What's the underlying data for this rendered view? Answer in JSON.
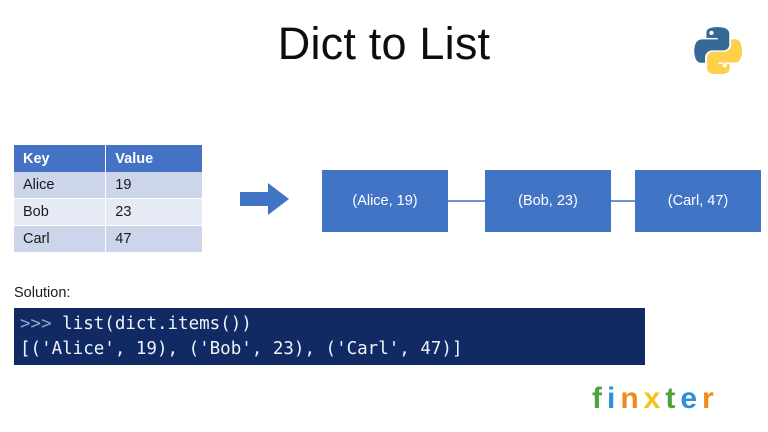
{
  "slide": {
    "title": "Dict to List",
    "background_color": "#ffffff",
    "accent_blue": "#4472c4",
    "code_bg": "#112a63"
  },
  "python_logo": {
    "icon": "python-logo-icon",
    "blue": "#366a96",
    "yellow": "#ffd04a"
  },
  "table": {
    "headers": [
      "Key",
      "Value"
    ],
    "rows": [
      {
        "key": "Alice",
        "value": "19"
      },
      {
        "key": "Bob",
        "value": "23"
      },
      {
        "key": "Carl",
        "value": "47"
      }
    ],
    "header_bg": "#4472c4",
    "row_odd_bg": "#ccd5ea",
    "row_even_bg": "#e6eaf4"
  },
  "arrow": {
    "icon": "right-arrow-icon",
    "color": "#4274c6"
  },
  "nodes": [
    {
      "label": "(Alice, 19)"
    },
    {
      "label": "(Bob, 23)"
    },
    {
      "label": "(Carl, 47)"
    }
  ],
  "solution": {
    "label": "Solution:",
    "code_prompt": ">>> ",
    "code_command": "list(dict.items())",
    "code_output": "[('Alice', 19), ('Bob', 23), ('Carl', 47)]"
  },
  "brand": {
    "letters": [
      {
        "char": "f",
        "color": "#4aa33f"
      },
      {
        "char": "i",
        "color": "#2f8fd8"
      },
      {
        "char": "n",
        "color": "#f08a1c"
      },
      {
        "char": "x",
        "color": "#f0c419"
      },
      {
        "char": "t",
        "color": "#4aa33f"
      },
      {
        "char": "e",
        "color": "#2f8fd8"
      },
      {
        "char": "r",
        "color": "#f08a1c"
      }
    ]
  }
}
